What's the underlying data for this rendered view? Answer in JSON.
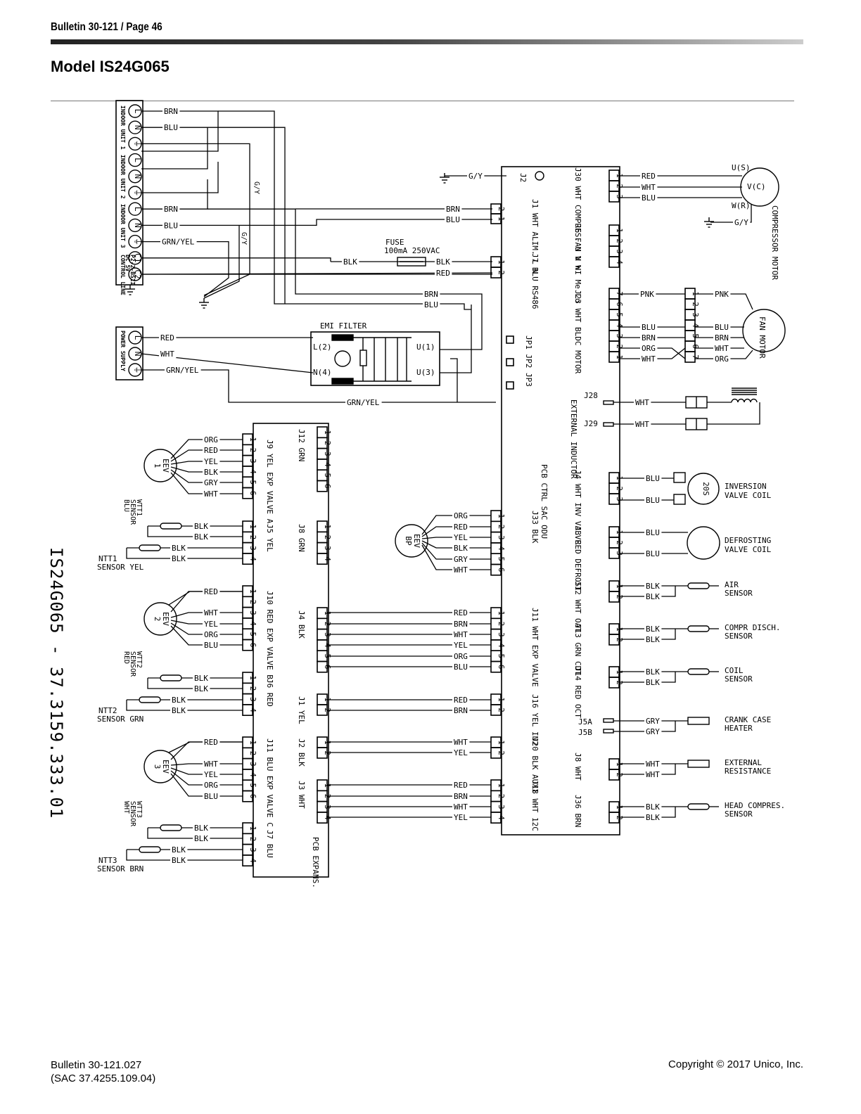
{
  "header": {
    "bulletin": "Bulletin 30-121 / Page 46",
    "model_title": "Model IS24G065"
  },
  "footer": {
    "bulletin_code": "Bulletin 30-121.027",
    "sac_code": "(SAC 37.4255.109.04)",
    "copyright": "Copyright © 2017 Unico, Inc."
  },
  "side_code": "IS24G065 - 37.3159.333.01",
  "indoor_block": {
    "terminals": [
      "L",
      "N",
      "⏚",
      "L",
      "N",
      "⏚",
      "L",
      "N",
      "⏚",
      "C1",
      "C2"
    ],
    "labels": [
      "INDOOR UNIT 1",
      "INDOOR UNIT 2",
      "INDOOR UNIT 3",
      "CONTROL LINE",
      "DC 5V",
      "P2-2-BSII"
    ]
  },
  "power_block": {
    "terminals": [
      "L",
      "N",
      "⏚"
    ],
    "label": "POWER SUPPLY"
  },
  "wire_labels": {
    "brn": "BRN",
    "blu": "BLU",
    "gy": "G/Y",
    "grn_yel": "GRN/YEL",
    "red": "RED",
    "wht": "WHT",
    "blk": "BLK",
    "yel": "YEL",
    "org": "ORG",
    "gry": "GRY",
    "pnk": "PNK"
  },
  "emi_filter": {
    "label": "EMI FILTER",
    "l2": "L(2)",
    "n4": "N(4)",
    "u1": "U(1)",
    "u3": "U(3)"
  },
  "fuse": {
    "label": "FUSE",
    "rating": "100mA 250VAC"
  },
  "pcb_ctrl": {
    "label": "PCB CTRL SAC ODU",
    "j2": "J2",
    "j1": "J1 WHT ALIM. L N",
    "j7": "J7 BLU RS486",
    "j30": "J30 WHT COMPRES. U V W",
    "j6": "J6 FAN N HI Me Lo",
    "j23": "J23 WHT BLDC MOTOR",
    "jp": "JP1 JP2 JP3",
    "j28": "J28",
    "j29": "J29",
    "external_inductor": "EXTERNAL INDUCTOR",
    "j4": "J4 WHT INV VALVE",
    "j3": "J3 RED DEFROST",
    "j12": "J12 WHT OAT",
    "j13": "J13 GRN CDT",
    "j14": "J14 RED OCT",
    "j5a": "J5A",
    "j5b": "J5B",
    "j8": "J8 WHT",
    "j36": "J36 BRN",
    "j33": "J33 BLK",
    "j11": "J11 WHT EXP VALVE",
    "j16": "J16 YEL IN2",
    "j20": "J20 BLK AUX1",
    "j18": "J18 WHT 12C"
  },
  "pcb_expans": {
    "label": "PCB EXPANS.",
    "j9": "J9 YEL EXP VALVE A",
    "j12": "J12 GRN",
    "j5": "J5 YEL",
    "j8": "J8 GRN",
    "j10": "J10 RED EXP VALVE B",
    "j4": "J4 BLK",
    "j6": "J6 RED",
    "j1": "J1 YEL",
    "j11": "J11 BLU EXP VALVE C",
    "j2": "J2 BLK",
    "j3": "J3 WHT",
    "j7": "J7 BLU"
  },
  "devices": {
    "compressor_motor": "COMPRESSOR MOTOR",
    "us": "U(S)",
    "vc": "V(C)",
    "wr": "W(R)",
    "fan_motor": "FAN MOTOR",
    "inversion_valve": "INVERSION VALVE COIL",
    "twenty_s": "20S",
    "defrosting_valve": "DEFROSTING VALVE COIL",
    "air_sensor": "AIR SENSOR",
    "compr_disch": "COMPR DISCH. SENSOR",
    "coil_sensor": "COIL SENSOR",
    "crank_case": "CRANK CASE HEATER",
    "ext_resistance": "EXTERNAL RESISTANCE",
    "head_compres": "HEAD COMPRES. SENSOR",
    "eev": "EEV",
    "eev1": "1",
    "eev2": "2",
    "eev3": "3",
    "eevbp": "BP",
    "wtt1": "WTT1 SENSOR BLU",
    "ntt1": "NTT1 SENSOR YEL",
    "wtt2": "WTT2 SENSOR RED",
    "ntt2": "NTT2 SENSOR GRN",
    "wtt3": "WTT3 SENSOR WHT",
    "ntt3": "NTT3 SENSOR BRN"
  }
}
